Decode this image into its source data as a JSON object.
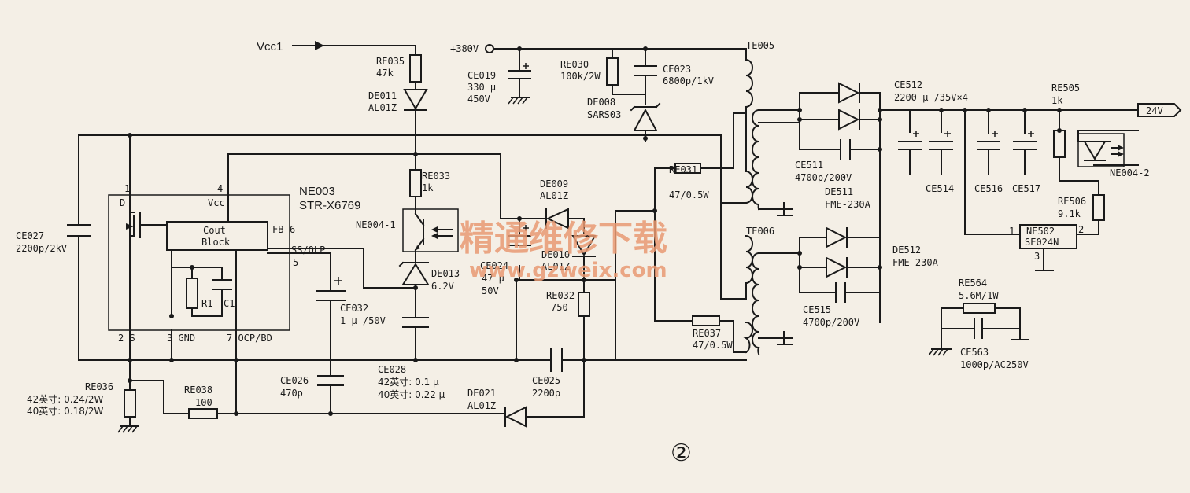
{
  "labels": {
    "vcc1": "Vcc1",
    "v380": "+380V",
    "re035": "RE035",
    "re035_v": "47k",
    "de011": "DE011",
    "de011_v": "AL01Z",
    "ce019": "CE019",
    "ce019_v1": "330 μ",
    "ce019_v2": "450V",
    "re030": "RE030",
    "re030_v": "100k/2W",
    "ce023": "CE023",
    "ce023_v": "6800p/1kV",
    "de008": "DE008",
    "de008_v": "SARS03",
    "te005": "TE005",
    "te006": "TE006",
    "ce512": "CE512",
    "ce512_v": "2200 μ /35V×4",
    "re505": "RE505",
    "re505_v": "1k",
    "out24": "24V",
    "ne003": "NE003",
    "ne003_v": "STR-X6769",
    "pin1": "1",
    "pinD": "D",
    "pin4": "4",
    "vcc": "Vcc",
    "cout1": "Cout",
    "cout2": "Block",
    "fb": "FB",
    "pin6": "6",
    "ssolp": "SS/OLP",
    "pin5": "5",
    "r1": "R1",
    "c1": "C1",
    "pin2s": "2 S",
    "pin3gnd": "3 GND",
    "pin7ocp": "7 OCP/BD",
    "re033": "RE033",
    "re033_v": "1k",
    "ne0041": "NE004-1",
    "de009": "DE009",
    "de009_v": "AL01Z",
    "de013": "DE013",
    "de013_v": "6.2V",
    "ce024": "CE024",
    "ce024_v1": "47 μ",
    "ce024_v2": "50V",
    "de010": "DE010",
    "de010_v": "AL01Z",
    "re032": "RE032",
    "re032_v": "750",
    "re031": "RE031",
    "re031_v": "47/0.5W",
    "re037": "RE037",
    "re037_v": "47/0.5W",
    "ce511": "CE511",
    "ce511_v": "4700p/200V",
    "de511": "DE511",
    "de511_v": "FME-230A",
    "de512": "DE512",
    "de512_v": "FME-230A",
    "ce515": "CE515",
    "ce515_v": "4700p/200V",
    "ce514": "CE514",
    "ce516": "CE516",
    "ce517": "CE517",
    "ne0042": "NE004-2",
    "re506": "RE506",
    "re506_v": "9.1k",
    "ne502": "NE502",
    "ne502_v": "SE024N",
    "ne502_p1": "1",
    "ne502_p2": "2",
    "ne502_p3": "3",
    "re564": "RE564",
    "re564_v": "5.6M/1W",
    "ce563": "CE563",
    "ce563_v": "1000p/AC250V",
    "ce027": "CE027",
    "ce027_v": "2200p/2kV",
    "ce032": "CE032",
    "ce032_v": "1 μ /50V",
    "ce026": "CE026",
    "ce026_v": "470p",
    "ce028": "CE028",
    "ce028_v1": "42英寸: 0.1 μ",
    "ce028_v2": "40英寸: 0.22 μ",
    "ce025": "CE025",
    "ce025_v": "2200p",
    "re036": "RE036",
    "re036_v1": "42英寸: 0.24/2W",
    "re036_v2": "40英寸: 0.18/2W",
    "re038": "RE038",
    "re038_v": "100",
    "de021": "DE021",
    "de021_v": "AL01Z",
    "figure_number": "②"
  },
  "watermark": {
    "cn": "精通维修下载",
    "url": "www.gzweix.com"
  }
}
